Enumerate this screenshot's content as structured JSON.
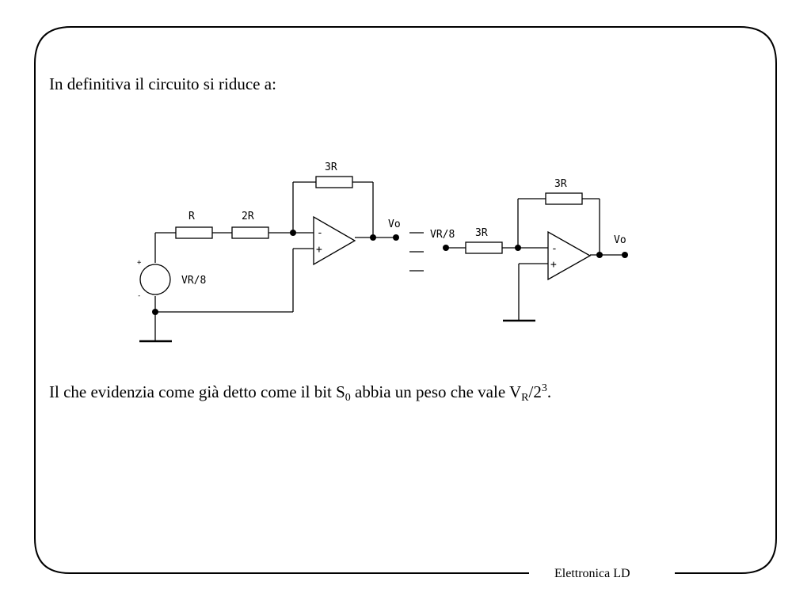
{
  "slide": {
    "intro_text": "In definitiva il circuito si riduce a:",
    "conclusion": {
      "text_before_s": "Il che evidenzia come già detto come il bit S",
      "s_subscript": "0",
      "text_after_s": " abbia un peso che vale V",
      "v_subscript": "R",
      "text_after_v": "/2",
      "superscript": "3",
      "text_end": "."
    },
    "footer": "Elettronica LD"
  },
  "diagram": {
    "left_circuit": {
      "resistor_r": "R",
      "resistor_2r": "2R",
      "feedback_resistor": "3R",
      "source_label": "VR/8",
      "source_plus": "+",
      "source_minus": "-",
      "opamp_minus": "-",
      "opamp_plus": "+",
      "output_label": "Vo"
    },
    "right_circuit": {
      "input_label": "VR/8",
      "input_resistor": "3R",
      "feedback_resistor": "3R",
      "opamp_minus": "-",
      "opamp_plus": "+",
      "output_label": "Vo"
    }
  }
}
